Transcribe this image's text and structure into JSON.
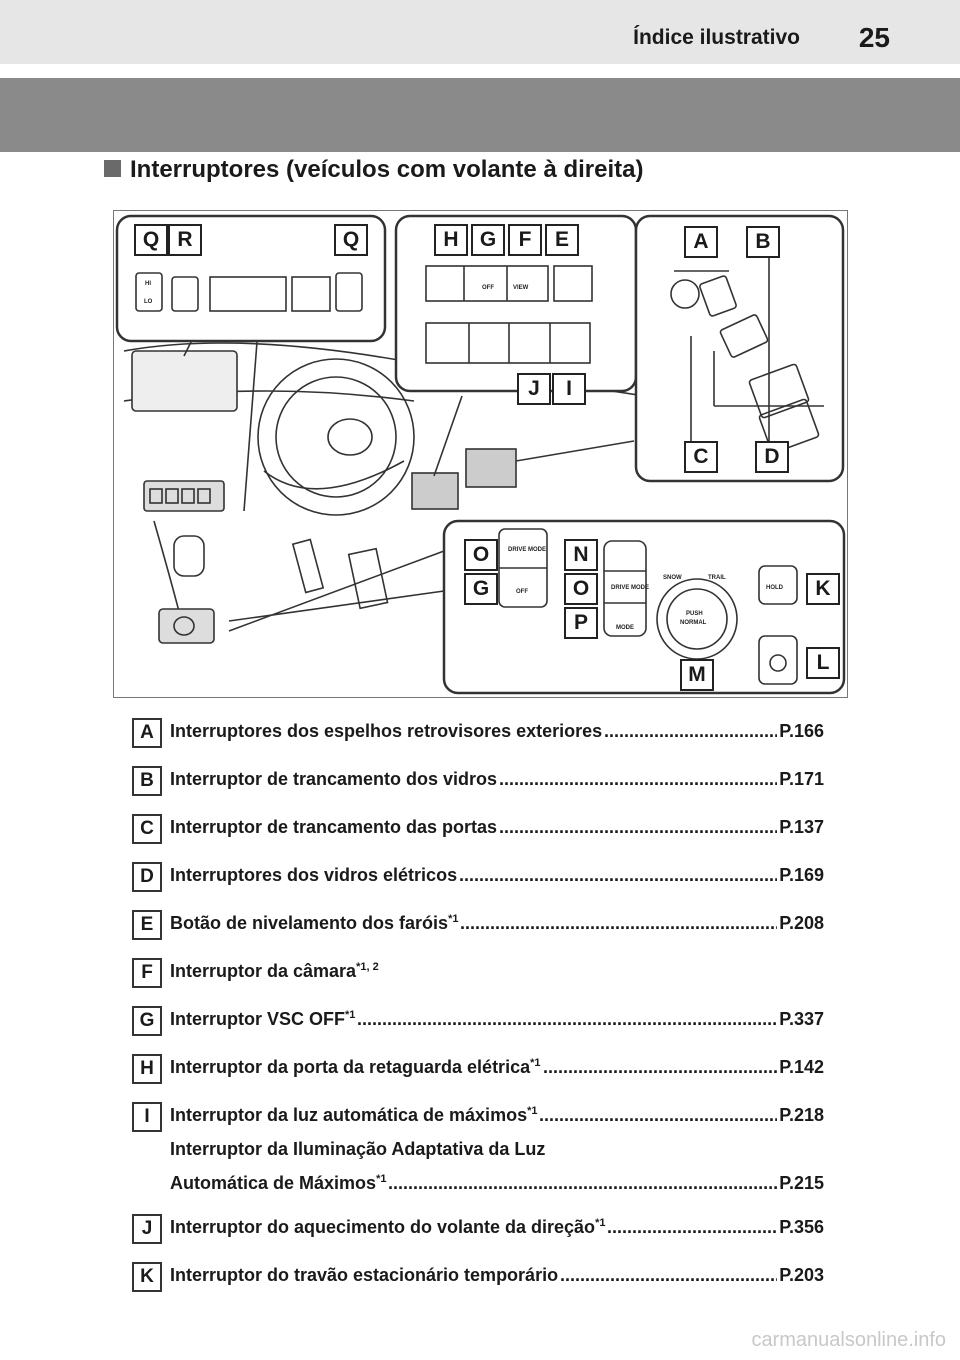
{
  "header": {
    "section": "Índice ilustrativo",
    "page_number": "25"
  },
  "section_title": "Interruptores (veículos com volante à direita)",
  "figure_labels": {
    "Q1": "Q",
    "R": "R",
    "Q2": "Q",
    "H": "H",
    "G1": "G",
    "F": "F",
    "E": "E",
    "A": "A",
    "B": "B",
    "J": "J",
    "I": "I",
    "C": "C",
    "D": "D",
    "O1": "O",
    "N": "N",
    "G2": "G",
    "O2": "O",
    "P": "P",
    "K": "K",
    "L": "L",
    "M": "M"
  },
  "figure_text": {
    "drive_mode": "DRIVE MODE",
    "off": "OFF",
    "view": "VIEW",
    "ev_mode": "MODE",
    "snow": "SNOW",
    "trail": "TRAIL",
    "push": "PUSH",
    "normal": "NORMAL",
    "hold": "HOLD",
    "hi": "HI",
    "lo": "LO"
  },
  "items": [
    {
      "key": "A",
      "text": "Interruptores dos espelhos retrovisores exteriores",
      "sup": "",
      "ref": "P.166"
    },
    {
      "key": "B",
      "text": "Interruptor de trancamento dos vidros",
      "sup": "",
      "ref": "P.171"
    },
    {
      "key": "C",
      "text": "Interruptor de trancamento das portas",
      "sup": "",
      "ref": "P.137"
    },
    {
      "key": "D",
      "text": "Interruptores dos vidros elétricos",
      "sup": "",
      "ref": "P.169"
    },
    {
      "key": "E",
      "text": "Botão de nivelamento dos faróis",
      "sup": "*1",
      "ref": "P.208"
    },
    {
      "key": "F",
      "text": "Interruptor da câmara",
      "sup": "*1, 2",
      "ref": ""
    },
    {
      "key": "G",
      "text": "Interruptor VSC OFF",
      "sup": "*1",
      "ref": "P.337"
    },
    {
      "key": "H",
      "text": "Interruptor da porta da retaguarda elétrica",
      "sup": "*1",
      "ref": "P.142"
    },
    {
      "key": "I",
      "text": "Interruptor da luz automática de máximos",
      "sup": "*1",
      "ref": "P.218"
    },
    {
      "key": "",
      "text": "Interruptor da Iluminação Adaptativa da Luz",
      "sup": "",
      "ref": ""
    },
    {
      "key": "",
      "text": "Automática de Máximos",
      "sup": "*1",
      "ref": "P.215"
    },
    {
      "key": "J",
      "text": "Interruptor do aquecimento do volante da direção",
      "sup": "*1",
      "ref": "P.356"
    },
    {
      "key": "K",
      "text": "Interruptor do travão estacionário temporário",
      "sup": "",
      "ref": "P.203"
    }
  ],
  "watermark": "carmanualsonline.info"
}
